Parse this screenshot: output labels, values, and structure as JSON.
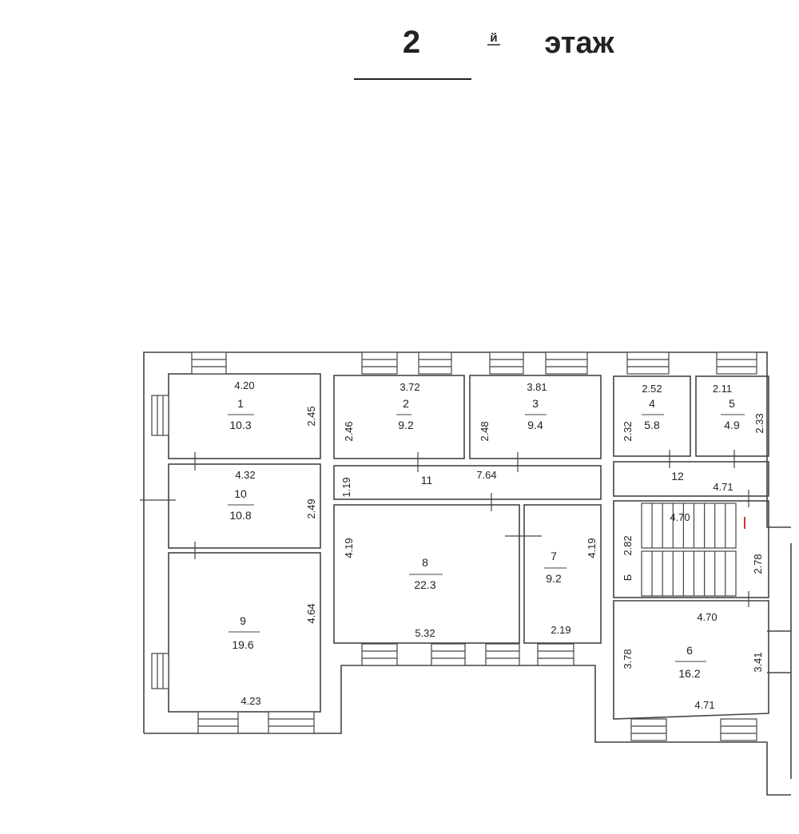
{
  "header": {
    "floor_number": "2",
    "suffix": "й",
    "floor_word": "этаж"
  },
  "rooms": {
    "r1": {
      "number": "1",
      "area": "10.3",
      "width": "4.20",
      "height": "2.45"
    },
    "r2": {
      "number": "2",
      "area": "9.2",
      "width": "3.72",
      "height": "2.46"
    },
    "r3": {
      "number": "3",
      "area": "9.4",
      "width": "3.81",
      "height": "2.48"
    },
    "r4": {
      "number": "4",
      "area": "5.8",
      "width": "2.52",
      "height": "2.32"
    },
    "r5": {
      "number": "5",
      "area": "4.9",
      "width": "2.11",
      "height": "2.33"
    },
    "r6": {
      "number": "6",
      "area": "16.2",
      "width_top": "4.70",
      "width_bottom": "4.71",
      "height_left": "3.78",
      "height_right": "3.41"
    },
    "r7": {
      "number": "7",
      "area": "9.2",
      "width": "2.19",
      "height": "4.19"
    },
    "r8": {
      "number": "8",
      "area": "22.3",
      "width": "5.32",
      "height": "4.19"
    },
    "r9": {
      "number": "9",
      "area": "19.6",
      "width": "4.23",
      "height": "4.64"
    },
    "r10": {
      "number": "10",
      "area": "10.8",
      "width": "4.32",
      "height": "2.49"
    },
    "r11": {
      "number": "11",
      "width": "7.64",
      "height": "1.19"
    },
    "r12": {
      "number": "12",
      "width": "4.71"
    },
    "stairs": {
      "label": "Б",
      "width": "4.70",
      "height_left": "2.82",
      "height_right": "2.78"
    }
  }
}
